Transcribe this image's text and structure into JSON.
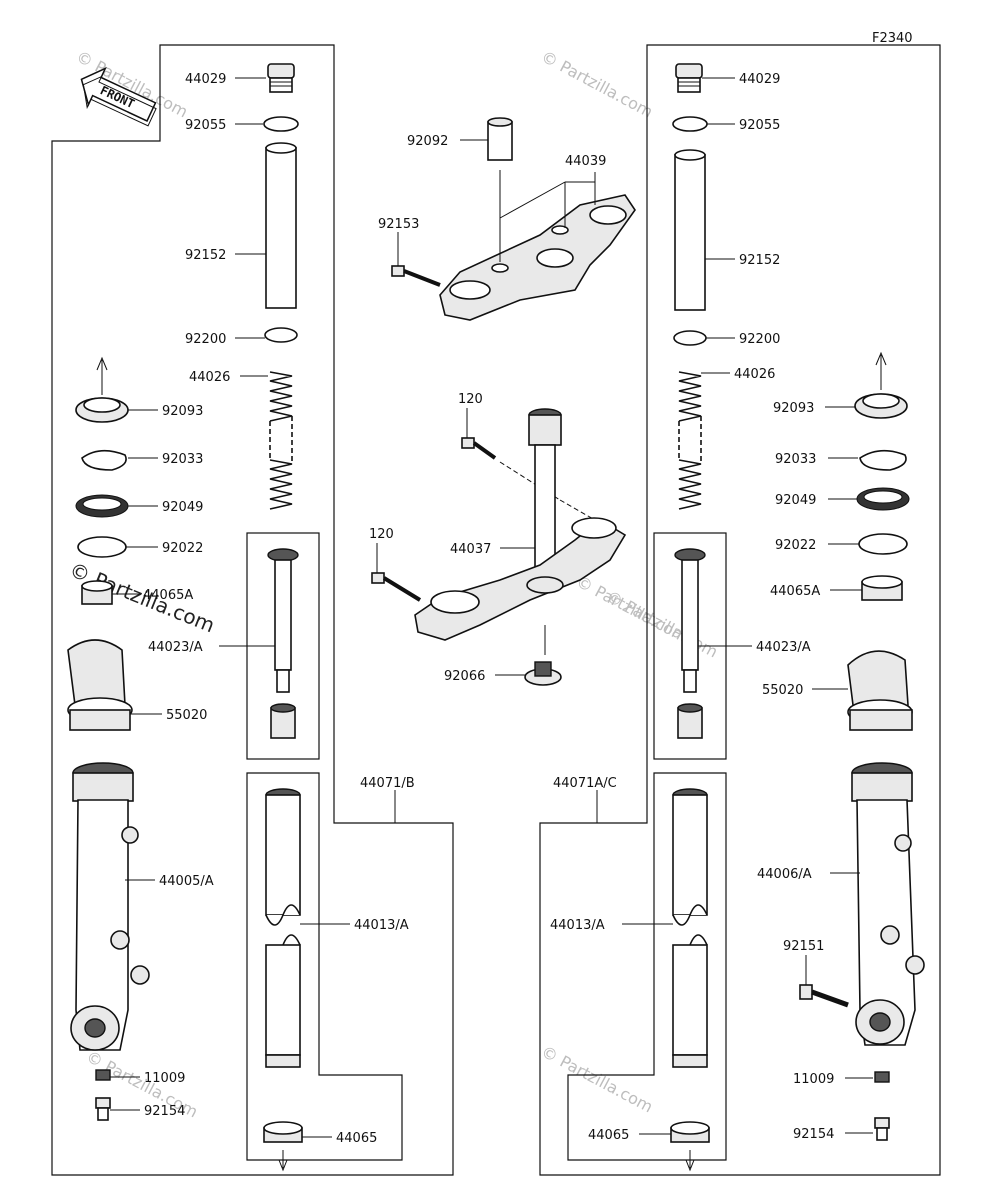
{
  "diagram_code": "F2340",
  "front_arrow": "FRONT",
  "watermark": "© Partzilla.com",
  "callouts": {
    "left_cap": "44029",
    "left_oring": "92055",
    "left_tube": "92152",
    "left_washer": "92200",
    "left_spring": "44026",
    "left_seal_cap": "92093",
    "left_clip": "92033",
    "left_oilseal": "92049",
    "left_washer2": "92022",
    "left_bushing": "44065A",
    "left_cylinder": "44023/A",
    "left_guard": "55020",
    "left_assy": "44071/B",
    "left_outer_tube": "44005/A",
    "left_inner_tube": "44013/A",
    "left_nut": "11009",
    "left_bolt": "92154",
    "left_bottom_bushing": "44065",
    "collar": "92092",
    "upper_bracket": "44039",
    "upper_bolt": "92153",
    "stem_bolt_top": "120",
    "stem_bolt_bottom": "120",
    "stem": "44037",
    "stem_nut": "92066",
    "right_cap": "44029",
    "right_oring": "92055",
    "right_tube": "92152",
    "right_washer": "92200",
    "right_spring": "44026",
    "right_seal_cap": "92093",
    "right_clip": "92033",
    "right_oilseal": "92049",
    "right_washer2": "92022",
    "right_bushing": "44065A",
    "right_cylinder": "44023/A",
    "right_guard": "55020",
    "right_assy": "44071A/C",
    "right_outer_tube": "44006/A",
    "right_inner_tube": "44013/A",
    "right_axle_bolt": "92151",
    "right_nut": "11009",
    "right_bolt": "92154",
    "right_bottom_bushing": "44065"
  }
}
